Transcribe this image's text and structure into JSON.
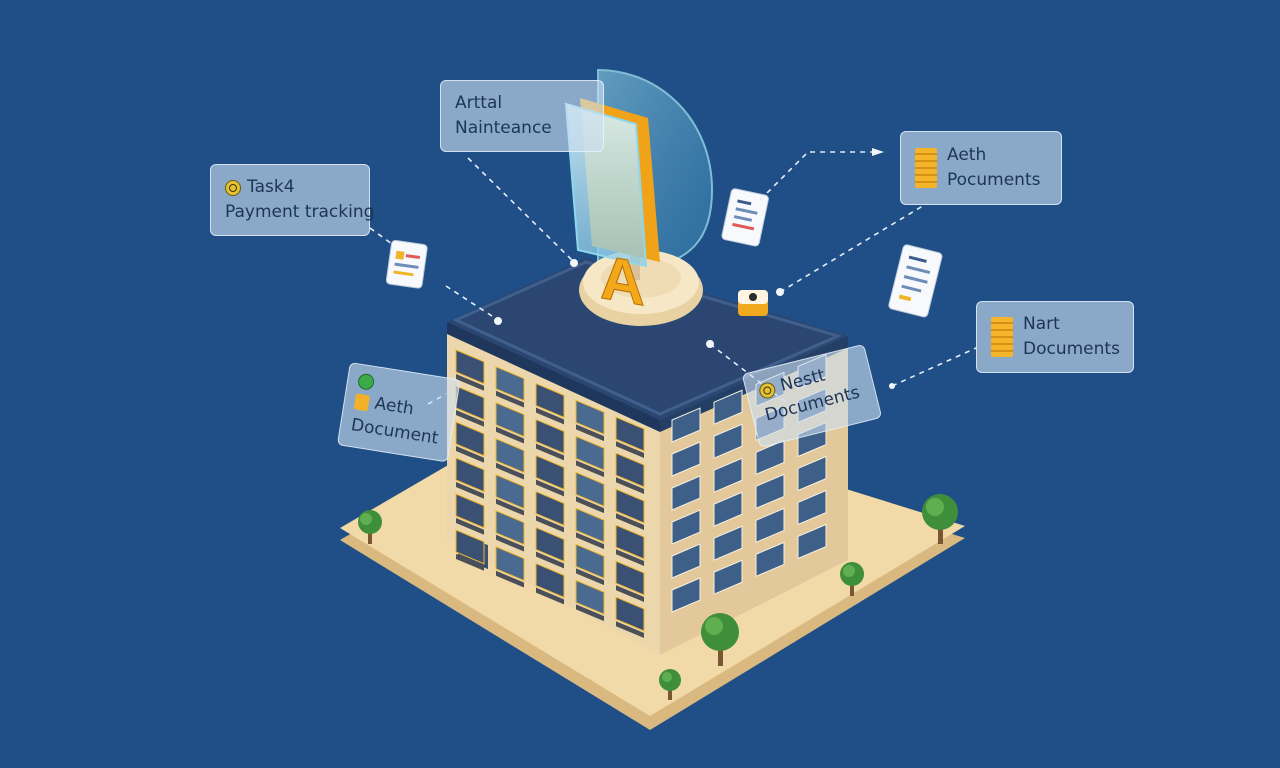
{
  "labels": {
    "rental_maintenance": {
      "line1": "Arttal",
      "line2": "Nainteance"
    },
    "payment_tracking": {
      "line1": "Task4",
      "line2": "Payment tracking"
    },
    "docs_top_right": {
      "line1": "Aeth",
      "line2": "Pocuments"
    },
    "docs_mid_right": {
      "line1": "Nart",
      "line2": "Documents"
    },
    "docs_left": {
      "line1": "Aeth",
      "line2": "Document"
    },
    "docs_center": {
      "line1": "Nestt",
      "line2": "Documents"
    }
  },
  "sign": {
    "letter": "A"
  },
  "icons": {
    "payment_tracking": "cycle-icon",
    "docs_top_right": "document-icon",
    "docs_mid_right": "document-icon",
    "docs_left": "green-dot-icon",
    "docs_center": "cycle-icon"
  },
  "colors": {
    "background": "#1f4f86",
    "roof": "#2b4670",
    "facade": "#ecd7ad",
    "accent": "#f5b52a",
    "ground": "#f2d9a8"
  }
}
